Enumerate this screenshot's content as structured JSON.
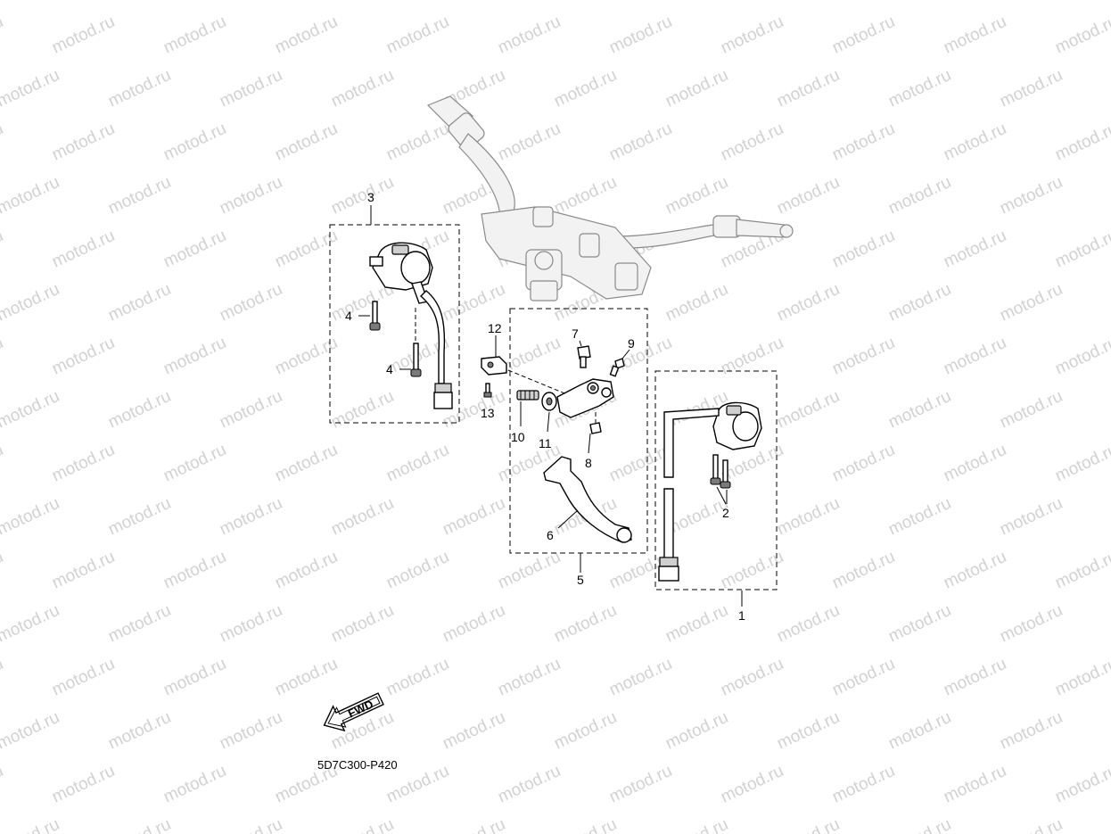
{
  "watermark": {
    "text": "motod.ru"
  },
  "diagram": {
    "code": "5D7C300-P420",
    "fwd_label": "FWD"
  },
  "callouts": {
    "c1": "1",
    "c2": "2",
    "c3": "3",
    "c4a": "4",
    "c4b": "4",
    "c5": "5",
    "c6": "6",
    "c7": "7",
    "c8": "8",
    "c9": "9",
    "c10": "10",
    "c11": "11",
    "c12": "12",
    "c13": "13"
  }
}
